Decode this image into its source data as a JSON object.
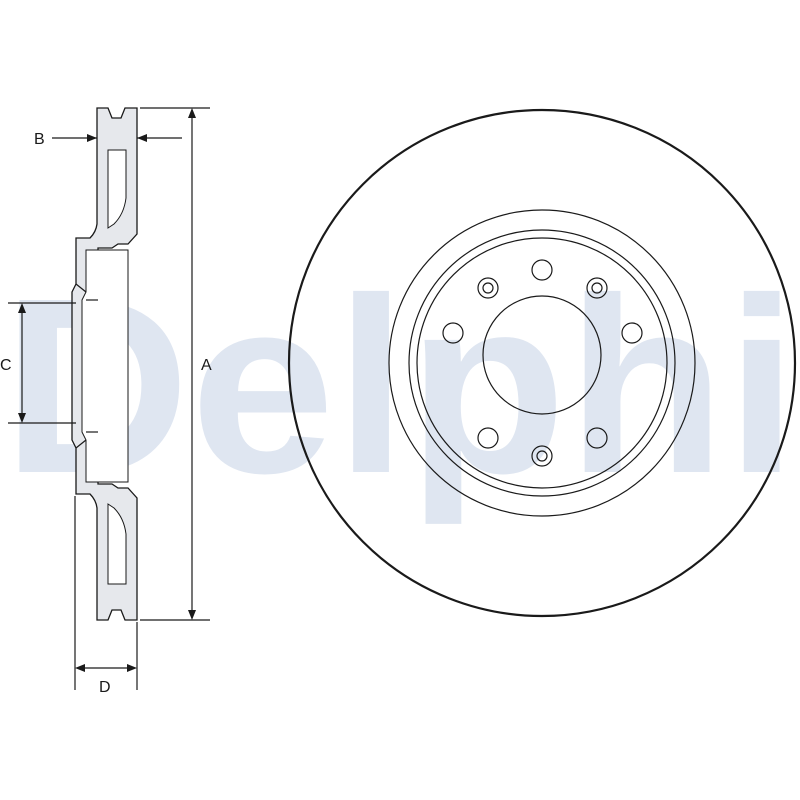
{
  "diagram": {
    "watermark_text": "Delphi",
    "dimension_labels": {
      "a": "A",
      "b": "B",
      "c": "C",
      "d": "D"
    },
    "colors": {
      "line": "#1a1a1a",
      "shading": "#e6e8ec",
      "watermark": "#dfe6f1"
    }
  }
}
